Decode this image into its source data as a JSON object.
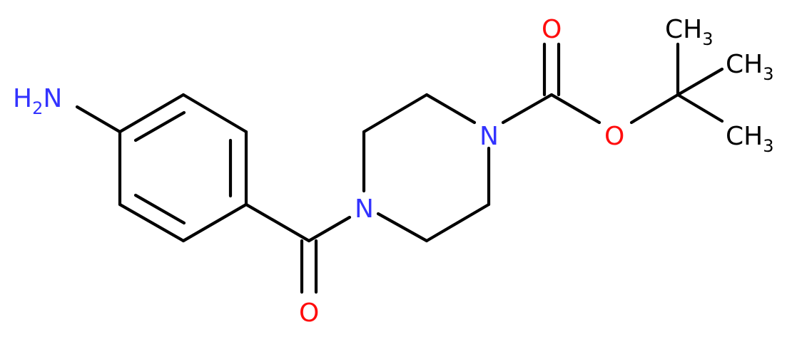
{
  "molecule": {
    "colors": {
      "bond": "#000000",
      "nitrogen": "#3333FF",
      "oxygen": "#FF0D0D",
      "carbon": "#000000",
      "background": "#FFFFFF"
    },
    "labels": {
      "amine_h2": "H",
      "amine_sub": "2",
      "amine_n": "N",
      "n_upper": "N",
      "n_lower": "N",
      "o_carbonyl_top": "O",
      "o_ester": "O",
      "o_amide": "O",
      "ch3_1": "CH",
      "ch3_1_sub": "3",
      "ch3_2": "CH",
      "ch3_2_sub": "3",
      "ch3_3": "CH",
      "ch3_3_sub": "3"
    }
  }
}
